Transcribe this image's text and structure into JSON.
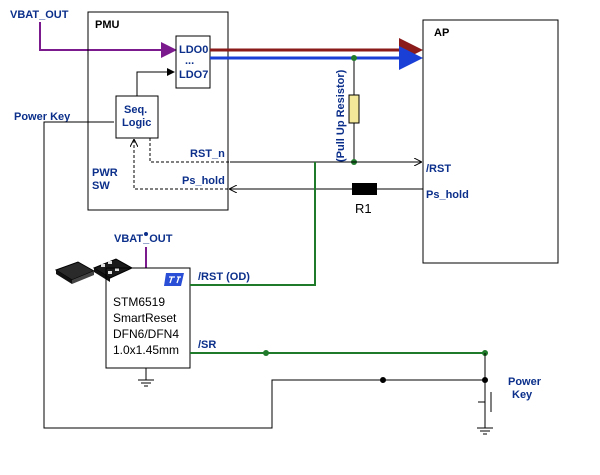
{
  "labels": {
    "vbat_top": "VBAT_OUT",
    "pmu": "PMU",
    "ldo0": "LDO0",
    "ldo_dots": "...",
    "ldo7": "LDO7",
    "seq1": "Seq.",
    "seq2": "Logic",
    "power_key_left": "Power Key",
    "pwr": "PWR",
    "sw": "SW",
    "rst_n": "RST_n",
    "ps_hold_pmu": "Ps_hold",
    "pull_up": "(Pull Up Resistor)",
    "ap": "AP",
    "rst_ap": "/RST",
    "ps_hold_ap": "Ps_hold",
    "r1": "R1",
    "vbat_chip": "VBAT_OUT",
    "chip_line1": "STM6519",
    "chip_line2": "SmartReset",
    "chip_line3": "DFN6/DFN4",
    "chip_line4": "1.0x1.45mm",
    "rst_od": "/RST (OD)",
    "sr": "/SR",
    "power_key_right1": "Power",
    "power_key_right2": "Key"
  },
  "colors": {
    "vbat_wire": "#7a1a8c",
    "ldo_red": "#8b1a1a",
    "ldo_blue": "#1a3fd6",
    "green_wire": "#1f7a2a",
    "label_blue": "#0b2f8a",
    "resistor_fill": "#f3e79a"
  }
}
